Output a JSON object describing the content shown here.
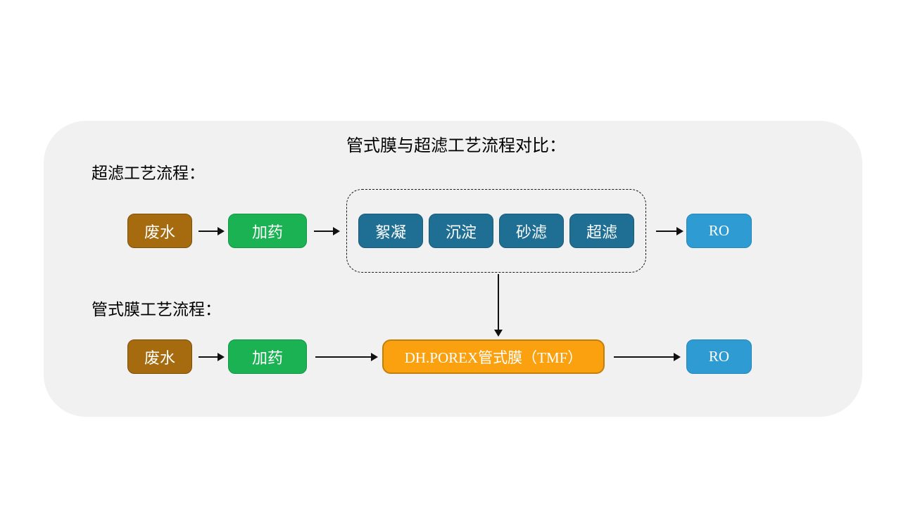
{
  "title": "管式膜与超滤工艺流程对比：",
  "uf_process": {
    "label": "超滤工艺流程：",
    "wastewater": "废水",
    "dosing": "加药",
    "pretreatment_steps": [
      "絮凝",
      "沉淀",
      "砂滤",
      "超滤"
    ],
    "ro": "RO"
  },
  "tmf_process": {
    "label": "管式膜工艺流程：",
    "wastewater": "废水",
    "dosing": "加药",
    "tmf": "DH.POREX管式膜（TMF）",
    "ro": "RO"
  },
  "colors": {
    "panel_bg": "#f1f1f2",
    "wastewater_box": "#a66b0f",
    "dosing_box": "#1bb254",
    "pretreatment_box": "#1f6e93",
    "ro_box": "#2e9bd3",
    "tmf_box": "#fba00e",
    "tmf_border": "#c17f0c",
    "arrow": "#111111",
    "text": "#000000",
    "box_text": "#ffffff"
  }
}
